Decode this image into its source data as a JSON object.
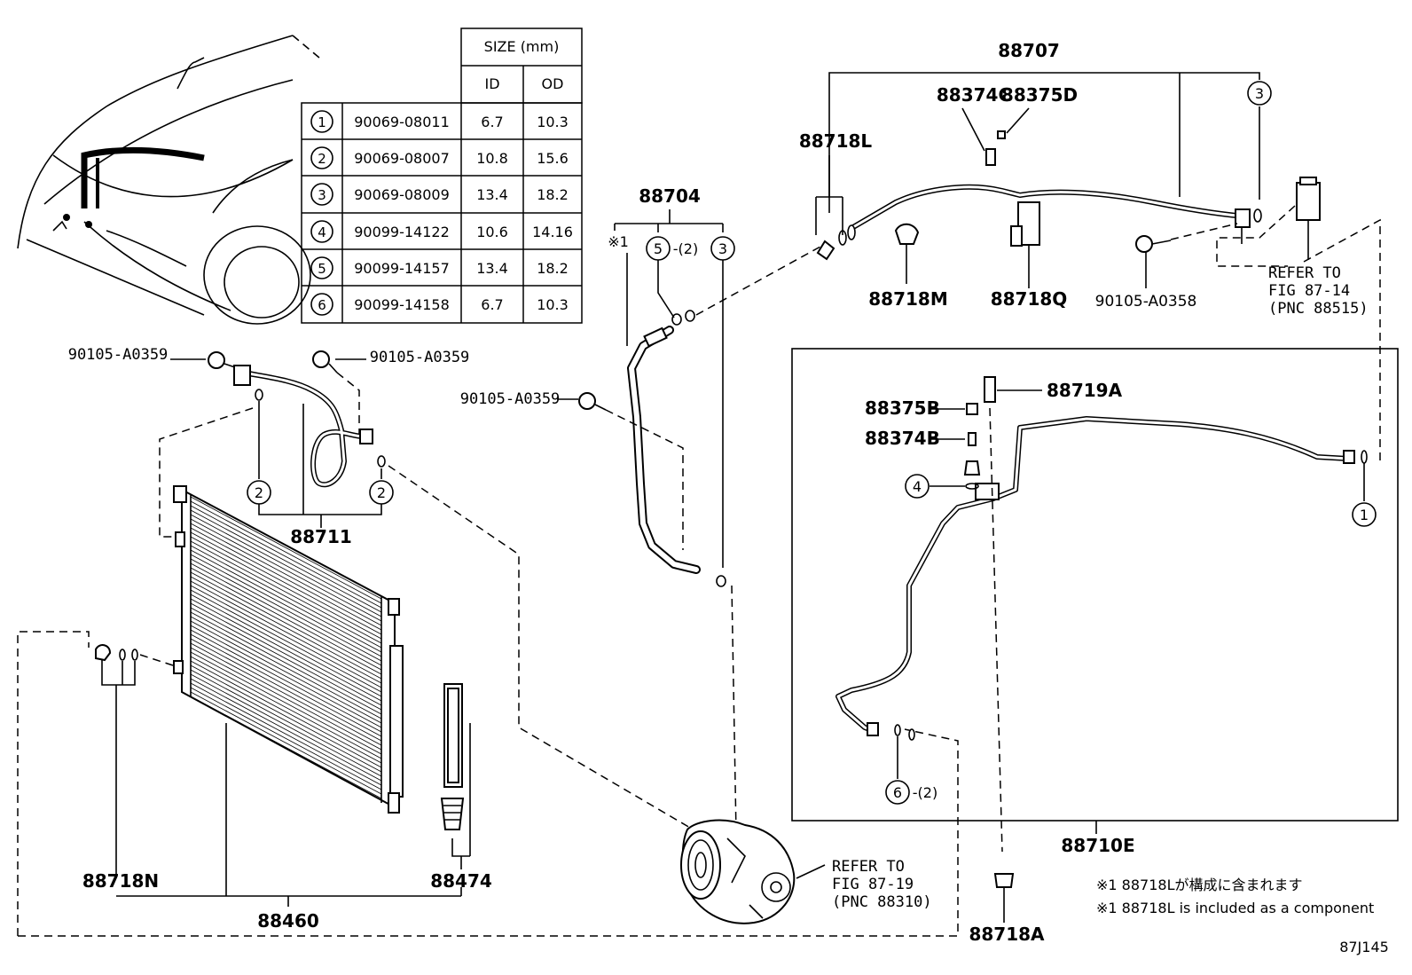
{
  "table": {
    "size_header": "SIZE (mm)",
    "id_header": "ID",
    "od_header": "OD",
    "rows": [
      {
        "key": "1",
        "part": "90069-08011",
        "id": "6.7",
        "od": "10.3"
      },
      {
        "key": "2",
        "part": "90069-08007",
        "id": "10.8",
        "od": "15.6"
      },
      {
        "key": "3",
        "part": "90069-08009",
        "id": "13.4",
        "od": "18.2"
      },
      {
        "key": "4",
        "part": "90099-14122",
        "id": "10.6",
        "od": "14.16"
      },
      {
        "key": "5",
        "part": "90099-14157",
        "id": "13.4",
        "od": "18.2"
      },
      {
        "key": "6",
        "part": "90099-14158",
        "id": "6.7",
        "od": "10.3"
      }
    ]
  },
  "labels": {
    "p88707": "88707",
    "p88374C": "88374C",
    "p88375D": "88375D",
    "p88718L": "88718L",
    "p88718M": "88718M",
    "p88718Q": "88718Q",
    "p90105_a": "90105-A0358",
    "p88704": "88704",
    "p88711": "88711",
    "p90105_b1": "90105-A0359",
    "p90105_b2": "90105-A0359",
    "p90105_b3": "90105-A0359",
    "p88719A": "88719A",
    "p88375B": "88375B",
    "p88374B": "88374B",
    "p88710E": "88710E",
    "p88718N": "88718N",
    "p88474": "88474",
    "p88460": "88460",
    "p88718A": "88718A"
  },
  "callouts": {
    "c5": "5",
    "c5_qty": "-(2)",
    "c3a": "3",
    "c3b": "3",
    "c2a": "2",
    "c2b": "2",
    "c4": "4",
    "c1": "1",
    "c6": "6",
    "c6_qty": "-(2)",
    "mark1": "※1"
  },
  "refers": {
    "r1": [
      "REFER TO",
      "FIG 87-14",
      "(PNC 88515)"
    ],
    "r2": [
      "REFER TO",
      "FIG 87-19",
      "(PNC 88310)"
    ]
  },
  "notes": {
    "jp": "※1 88718Lが構成に含まれます",
    "en": "※1 88718L is included as a component"
  },
  "figure_code": "87J145"
}
